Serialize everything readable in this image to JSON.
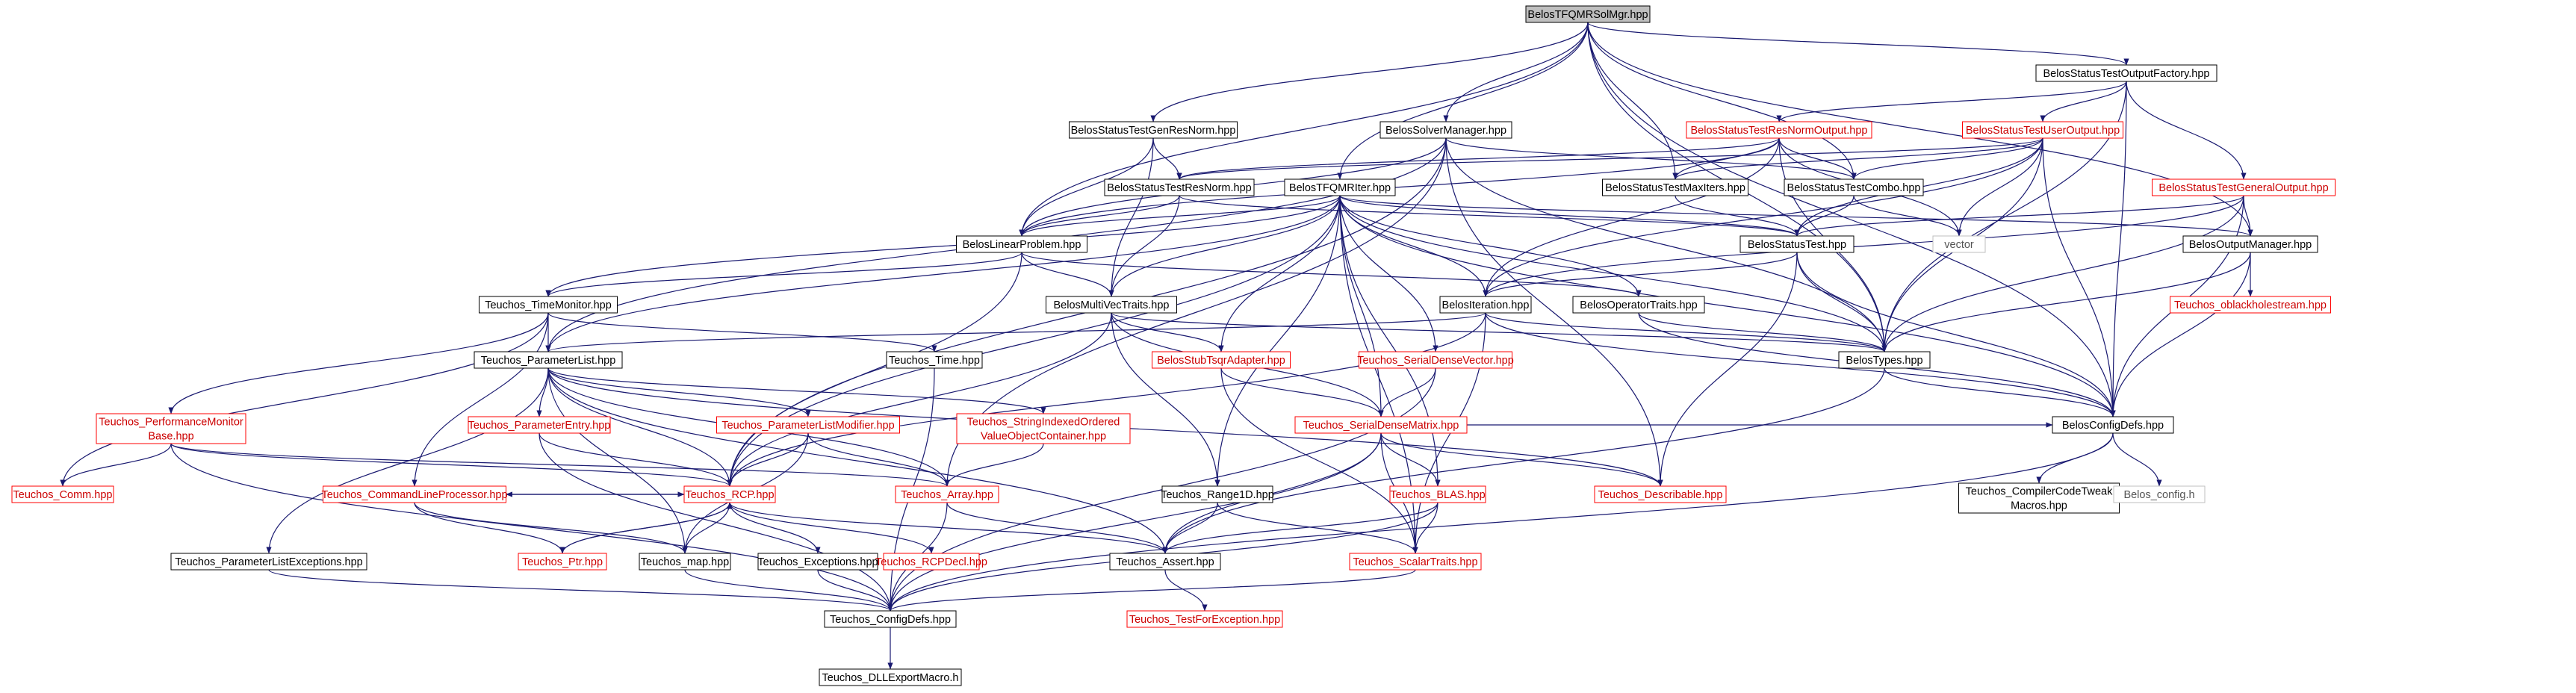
{
  "title": "BelosTFQMRSolMgr.hpp",
  "colors": {
    "edge": "#191970",
    "node_border_black": "#000000",
    "node_border_red": "#ff0000",
    "node_border_grey": "#bfbfbf",
    "root_fill": "#bfbfbf",
    "label_red": "#cc0000"
  },
  "nodes": [
    {
      "id": "root",
      "lines": [
        "BelosTFQMRSolMgr.hpp"
      ],
      "style": "root"
    },
    {
      "id": "gen",
      "lines": [
        "BelosStatusTestGenResNorm.hpp"
      ],
      "style": "black"
    },
    {
      "id": "smgr",
      "lines": [
        "BelosSolverManager.hpp"
      ],
      "style": "black"
    },
    {
      "id": "iter",
      "lines": [
        "BelosTFQMRIter.hpp"
      ],
      "style": "black"
    },
    {
      "id": "outfac",
      "lines": [
        "BelosStatusTestOutputFactory.hpp"
      ],
      "style": "black"
    },
    {
      "id": "resout",
      "lines": [
        "BelosStatusTestResNormOutput.hpp"
      ],
      "style": "red"
    },
    {
      "id": "userout",
      "lines": [
        "BelosStatusTestUserOutput.hpp"
      ],
      "style": "red"
    },
    {
      "id": "resnorm",
      "lines": [
        "BelosStatusTestResNorm.hpp"
      ],
      "style": "black"
    },
    {
      "id": "maxit",
      "lines": [
        "BelosStatusTestMaxIters.hpp"
      ],
      "style": "black"
    },
    {
      "id": "combo",
      "lines": [
        "BelosStatusTestCombo.hpp"
      ],
      "style": "black"
    },
    {
      "id": "genout",
      "lines": [
        "BelosStatusTestGeneralOutput.hpp"
      ],
      "style": "red"
    },
    {
      "id": "linprob",
      "lines": [
        "BelosLinearProblem.hpp"
      ],
      "style": "black"
    },
    {
      "id": "stest",
      "lines": [
        "BelosStatusTest.hpp"
      ],
      "style": "black"
    },
    {
      "id": "vector",
      "lines": [
        "vector"
      ],
      "style": "grey"
    },
    {
      "id": "outmgr",
      "lines": [
        "BelosOutputManager.hpp"
      ],
      "style": "black"
    },
    {
      "id": "timemon",
      "lines": [
        "Teuchos_TimeMonitor.hpp"
      ],
      "style": "black"
    },
    {
      "id": "mvt",
      "lines": [
        "BelosMultiVecTraits.hpp"
      ],
      "style": "black"
    },
    {
      "id": "belositer",
      "lines": [
        "BelosIteration.hpp"
      ],
      "style": "black"
    },
    {
      "id": "optraits",
      "lines": [
        "BelosOperatorTraits.hpp"
      ],
      "style": "black"
    },
    {
      "id": "oblack",
      "lines": [
        "Teuchos_oblackholestream.hpp"
      ],
      "style": "red"
    },
    {
      "id": "plist",
      "lines": [
        "Teuchos_ParameterList.hpp"
      ],
      "style": "black"
    },
    {
      "id": "time",
      "lines": [
        "Teuchos_Time.hpp"
      ],
      "style": "black"
    },
    {
      "id": "stub",
      "lines": [
        "BelosStubTsqrAdapter.hpp"
      ],
      "style": "red"
    },
    {
      "id": "sdvec",
      "lines": [
        "Teuchos_SerialDenseVector.hpp"
      ],
      "style": "red"
    },
    {
      "id": "btypes",
      "lines": [
        "BelosTypes.hpp"
      ],
      "style": "black"
    },
    {
      "id": "perfmon",
      "lines": [
        "Teuchos_PerformanceMonitor",
        "Base.hpp"
      ],
      "style": "red"
    },
    {
      "id": "pentry",
      "lines": [
        "Teuchos_ParameterEntry.hpp"
      ],
      "style": "red"
    },
    {
      "id": "plmod",
      "lines": [
        "Teuchos_ParameterListModifier.hpp"
      ],
      "style": "red"
    },
    {
      "id": "strindexed",
      "lines": [
        "Teuchos_StringIndexedOrdered",
        "ValueObjectContainer.hpp"
      ],
      "style": "red"
    },
    {
      "id": "sdmat",
      "lines": [
        "Teuchos_SerialDenseMatrix.hpp"
      ],
      "style": "red"
    },
    {
      "id": "bconfig",
      "lines": [
        "BelosConfigDefs.hpp"
      ],
      "style": "black"
    },
    {
      "id": "comm",
      "lines": [
        "Teuchos_Comm.hpp"
      ],
      "style": "red"
    },
    {
      "id": "clp",
      "lines": [
        "Teuchos_CommandLineProcessor.hpp"
      ],
      "style": "red"
    },
    {
      "id": "rcp",
      "lines": [
        "Teuchos_RCP.hpp"
      ],
      "style": "red"
    },
    {
      "id": "array",
      "lines": [
        "Teuchos_Array.hpp"
      ],
      "style": "red"
    },
    {
      "id": "range1d",
      "lines": [
        "Teuchos_Range1D.hpp"
      ],
      "style": "black"
    },
    {
      "id": "blas",
      "lines": [
        "Teuchos_BLAS.hpp"
      ],
      "style": "red"
    },
    {
      "id": "describable",
      "lines": [
        "Teuchos_Describable.hpp"
      ],
      "style": "red"
    },
    {
      "id": "cctweak",
      "lines": [
        "Teuchos_CompilerCodeTweak",
        "Macros.hpp"
      ],
      "style": "black"
    },
    {
      "id": "belosconfigh",
      "lines": [
        "Belos_config.h"
      ],
      "style": "grey"
    },
    {
      "id": "plexc",
      "lines": [
        "Teuchos_ParameterListExceptions.hpp"
      ],
      "style": "black"
    },
    {
      "id": "ptr",
      "lines": [
        "Teuchos_Ptr.hpp"
      ],
      "style": "red"
    },
    {
      "id": "map",
      "lines": [
        "Teuchos_map.hpp"
      ],
      "style": "black"
    },
    {
      "id": "exceptions",
      "lines": [
        "Teuchos_Exceptions.hpp"
      ],
      "style": "black"
    },
    {
      "id": "rcpdecl",
      "lines": [
        "Teuchos_RCPDecl.hpp"
      ],
      "style": "red"
    },
    {
      "id": "assert",
      "lines": [
        "Teuchos_Assert.hpp"
      ],
      "style": "black"
    },
    {
      "id": "scalartraits",
      "lines": [
        "Teuchos_ScalarTraits.hpp"
      ],
      "style": "red"
    },
    {
      "id": "tconfig",
      "lines": [
        "Teuchos_ConfigDefs.hpp"
      ],
      "style": "black"
    },
    {
      "id": "testforexc",
      "lines": [
        "Teuchos_TestForException.hpp"
      ],
      "style": "red"
    },
    {
      "id": "dllexport",
      "lines": [
        "Teuchos_DLLExportMacro.h"
      ],
      "style": "black"
    }
  ],
  "edges": [
    [
      "root",
      "gen"
    ],
    [
      "root",
      "smgr"
    ],
    [
      "root",
      "iter"
    ],
    [
      "root",
      "outfac"
    ],
    [
      "root",
      "linprob"
    ],
    [
      "root",
      "maxit"
    ],
    [
      "root",
      "combo"
    ],
    [
      "root",
      "outmgr"
    ],
    [
      "root",
      "btypes"
    ],
    [
      "root",
      "bconfig"
    ],
    [
      "gen",
      "resnorm"
    ],
    [
      "gen",
      "linprob"
    ],
    [
      "gen",
      "mvt"
    ],
    [
      "smgr",
      "linprob"
    ],
    [
      "smgr",
      "plist"
    ],
    [
      "smgr",
      "btypes"
    ],
    [
      "smgr",
      "combo"
    ],
    [
      "smgr",
      "array"
    ],
    [
      "smgr",
      "rcp"
    ],
    [
      "smgr",
      "describable"
    ],
    [
      "iter",
      "linprob"
    ],
    [
      "iter",
      "mvt"
    ],
    [
      "iter",
      "optraits"
    ],
    [
      "iter",
      "belositer"
    ],
    [
      "iter",
      "stest"
    ],
    [
      "iter",
      "btypes"
    ],
    [
      "iter",
      "sdmat"
    ],
    [
      "iter",
      "sdvec"
    ],
    [
      "iter",
      "timemon"
    ],
    [
      "iter",
      "plist"
    ],
    [
      "iter",
      "blas"
    ],
    [
      "iter",
      "scalartraits"
    ],
    [
      "iter",
      "bconfig"
    ],
    [
      "iter",
      "outmgr"
    ],
    [
      "iter",
      "rcp"
    ],
    [
      "iter",
      "range1d"
    ],
    [
      "iter",
      "stub"
    ],
    [
      "outfac",
      "resout"
    ],
    [
      "outfac",
      "userout"
    ],
    [
      "outfac",
      "genout"
    ],
    [
      "outfac",
      "btypes"
    ],
    [
      "outfac",
      "bconfig"
    ],
    [
      "resout",
      "resnorm"
    ],
    [
      "resout",
      "maxit"
    ],
    [
      "resout",
      "combo"
    ],
    [
      "resout",
      "vector"
    ],
    [
      "resout",
      "btypes"
    ],
    [
      "resout",
      "belositer"
    ],
    [
      "resout",
      "linprob"
    ],
    [
      "userout",
      "resnorm"
    ],
    [
      "userout",
      "maxit"
    ],
    [
      "userout",
      "combo"
    ],
    [
      "userout",
      "vector"
    ],
    [
      "userout",
      "stest"
    ],
    [
      "userout",
      "btypes"
    ],
    [
      "userout",
      "belositer"
    ],
    [
      "userout",
      "bconfig"
    ],
    [
      "resnorm",
      "linprob"
    ],
    [
      "resnorm",
      "mvt"
    ],
    [
      "resnorm",
      "stest"
    ],
    [
      "maxit",
      "stest"
    ],
    [
      "combo",
      "stest"
    ],
    [
      "combo",
      "vector"
    ],
    [
      "genout",
      "stest"
    ],
    [
      "genout",
      "outmgr"
    ],
    [
      "genout",
      "btypes"
    ],
    [
      "genout",
      "belositer"
    ],
    [
      "genout",
      "bconfig"
    ],
    [
      "linprob",
      "mvt"
    ],
    [
      "linprob",
      "optraits"
    ],
    [
      "linprob",
      "timemon"
    ],
    [
      "linprob",
      "rcp"
    ],
    [
      "stest",
      "belositer"
    ],
    [
      "stest",
      "btypes"
    ],
    [
      "stest",
      "bconfig"
    ],
    [
      "stest",
      "describable"
    ],
    [
      "outmgr",
      "btypes"
    ],
    [
      "outmgr",
      "oblack"
    ],
    [
      "outmgr",
      "bconfig"
    ],
    [
      "timemon",
      "plist"
    ],
    [
      "timemon",
      "time"
    ],
    [
      "timemon",
      "perfmon"
    ],
    [
      "timemon",
      "comm"
    ],
    [
      "timemon",
      "clp"
    ],
    [
      "mvt",
      "btypes"
    ],
    [
      "mvt",
      "stub"
    ],
    [
      "mvt",
      "sdmat"
    ],
    [
      "mvt",
      "range1d"
    ],
    [
      "mvt",
      "rcp"
    ],
    [
      "belositer",
      "btypes"
    ],
    [
      "belositer",
      "bconfig"
    ],
    [
      "belositer",
      "plist"
    ],
    [
      "belositer",
      "rcp"
    ],
    [
      "belositer",
      "scalartraits"
    ],
    [
      "optraits",
      "btypes"
    ],
    [
      "optraits",
      "bconfig"
    ],
    [
      "plist",
      "pentry"
    ],
    [
      "plist",
      "plmod"
    ],
    [
      "plist",
      "strindexed"
    ],
    [
      "plist",
      "plexc"
    ],
    [
      "plist",
      "rcp"
    ],
    [
      "plist",
      "array"
    ],
    [
      "plist",
      "map"
    ],
    [
      "plist",
      "describable"
    ],
    [
      "plist",
      "assert"
    ],
    [
      "time",
      "tconfig"
    ],
    [
      "stub",
      "sdmat"
    ],
    [
      "stub",
      "scalartraits"
    ],
    [
      "sdvec",
      "sdmat"
    ],
    [
      "sdvec",
      "tconfig"
    ],
    [
      "btypes",
      "bconfig"
    ],
    [
      "btypes",
      "assert"
    ],
    [
      "perfmon",
      "comm"
    ],
    [
      "perfmon",
      "rcp"
    ],
    [
      "perfmon",
      "array"
    ],
    [
      "perfmon",
      "tconfig"
    ],
    [
      "pentry",
      "rcp"
    ],
    [
      "pentry",
      "tconfig"
    ],
    [
      "plmod",
      "rcp"
    ],
    [
      "plmod",
      "map"
    ],
    [
      "plmod",
      "array"
    ],
    [
      "strindexed",
      "array"
    ],
    [
      "sdmat",
      "blas"
    ],
    [
      "sdmat",
      "scalartraits"
    ],
    [
      "sdmat",
      "assert"
    ],
    [
      "sdmat",
      "describable"
    ],
    [
      "sdmat",
      "bconfig"
    ],
    [
      "sdmat",
      "tconfig"
    ],
    [
      "bconfig",
      "cctweak"
    ],
    [
      "bconfig",
      "belosconfigh"
    ],
    [
      "bconfig",
      "tconfig"
    ],
    [
      "clp",
      "rcp"
    ],
    [
      "clp",
      "ptr"
    ],
    [
      "clp",
      "map"
    ],
    [
      "rcp",
      "ptr"
    ],
    [
      "rcp",
      "map"
    ],
    [
      "rcp",
      "exceptions"
    ],
    [
      "rcp",
      "rcpdecl"
    ],
    [
      "rcp",
      "assert"
    ],
    [
      "rcp",
      "clp"
    ],
    [
      "ptr",
      "rcp"
    ],
    [
      "array",
      "assert"
    ],
    [
      "array",
      "tconfig"
    ],
    [
      "range1d",
      "assert"
    ],
    [
      "range1d",
      "scalartraits"
    ],
    [
      "blas",
      "assert"
    ],
    [
      "blas",
      "scalartraits"
    ],
    [
      "blas",
      "tconfig"
    ],
    [
      "plexc",
      "tconfig"
    ],
    [
      "map",
      "tconfig"
    ],
    [
      "exceptions",
      "tconfig"
    ],
    [
      "assert",
      "testforexc"
    ],
    [
      "scalartraits",
      "tconfig"
    ],
    [
      "tconfig",
      "dllexport"
    ]
  ]
}
